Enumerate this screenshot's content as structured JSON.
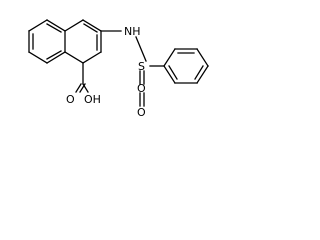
{
  "molecule": {
    "atoms": {
      "nh": "NH",
      "s": "S",
      "o_top": "O",
      "o_bottom": "O",
      "oh": "OH",
      "carbonyl_o": "O"
    }
  }
}
